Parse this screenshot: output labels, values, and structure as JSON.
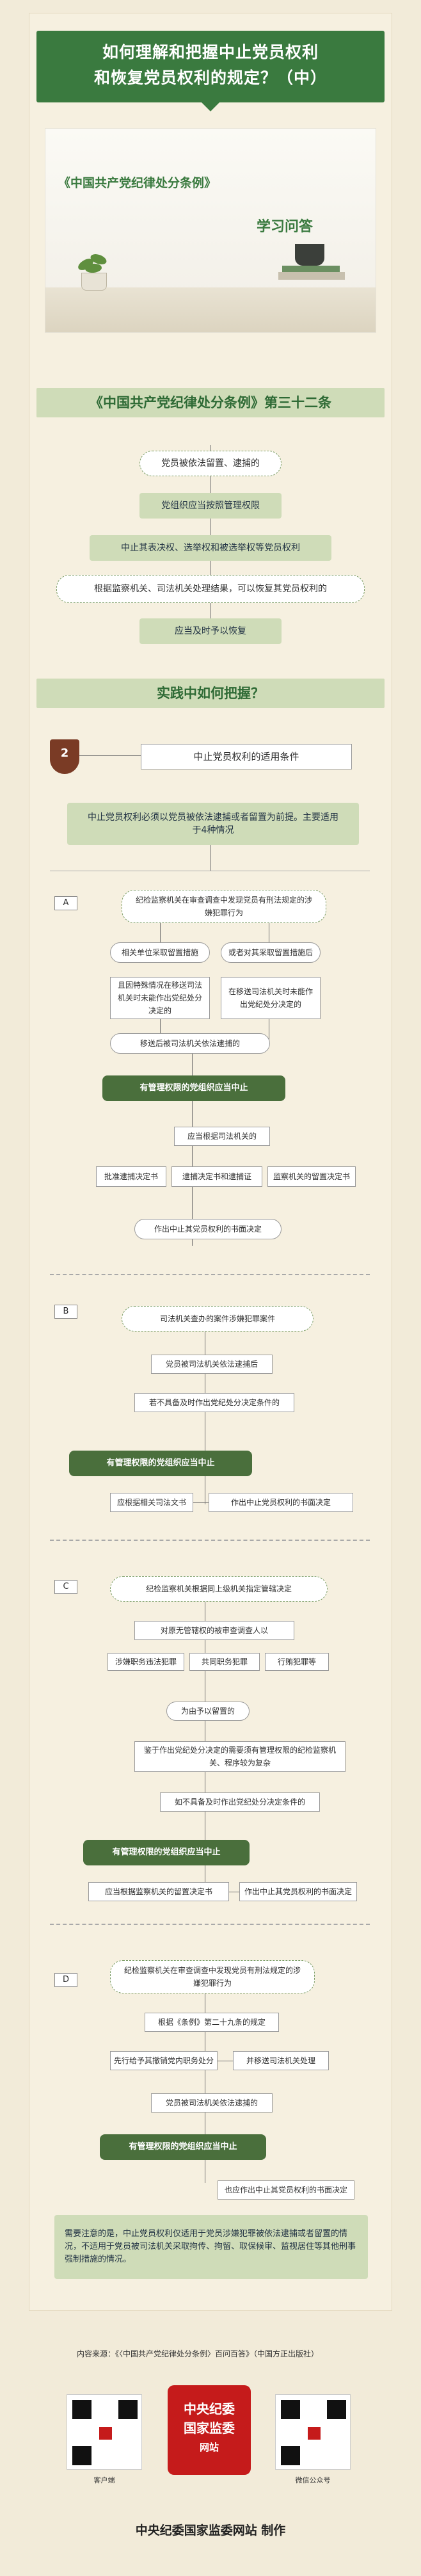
{
  "header": {
    "title_line1": "如何理解和把握中止党员权利",
    "title_line2": "和恢复党员权利的规定？（中）"
  },
  "hero": {
    "book": "《中国共产党纪律处分条例》",
    "qa": "学习问答"
  },
  "article_title": "《中国共产党纪律处分条例》第三十二条",
  "article_flow": [
    "党员被依法留置、逮捕的",
    "党组织应当按照管理权限",
    "中止其表决权、选举权和被选举权等党员权利",
    "根据监察机关、司法机关处理结果，可以恢复其党员权利的",
    "应当及时予以恢复"
  ],
  "practice_title": "实践中如何把握？",
  "point": {
    "number": "2",
    "title": "中止党员权利的适用条件"
  },
  "intro": "中止党员权利必须以党员被依法逮捕或者留置为前提。主要适用于4种情况",
  "cases": {
    "A": {
      "label": "A",
      "top": "纪检监察机关在审查调查中发现党员有刑法规定的涉嫌犯罪行为",
      "left1": "相关单位采取留置措施",
      "right1": "或者对其采取留置措施后",
      "left2": "且因特殊情况在移送司法机关时未能作出党纪处分决定的",
      "right2": "在移送司法机关时未能作出党纪处分决定的",
      "merge": "移送后被司法机关依法逮捕的",
      "org": "有管理权限的党组织应当中止",
      "mid": "应当根据司法机关的",
      "docs": [
        "批准逮捕决定书",
        "逮捕决定书和逮捕证",
        "监察机关的留置决定书"
      ],
      "result": "作出中止其党员权利的书面决定"
    },
    "B": {
      "label": "B",
      "top": "司法机关查办的案件涉嫌犯罪案件",
      "s1": "党员被司法机关依法逮捕后",
      "s2": "若不具备及时作出党纪处分决定条件的",
      "org": "有管理权限的党组织应当中止",
      "doc": "应根据相关司法文书",
      "result": "作出中止党员权利的书面决定"
    },
    "C": {
      "label": "C",
      "top": "纪检监察机关根据同上级机关指定管辖决定",
      "s1": "对原无管辖权的被审查调查人以",
      "items": [
        "涉嫌职务违法犯罪",
        "共同职务犯罪",
        "行贿犯罪等"
      ],
      "s2": "为由予以留置的",
      "s3": "鉴于作出党纪处分决定的需要须有管理权限的纪检监察机关、程序较为复杂",
      "s4": "如不具备及时作出党纪处分决定条件的",
      "org": "有管理权限的党组织应当中止",
      "doc": "应当根据监察机关的留置决定书",
      "result": "作出中止其党员权利的书面决定"
    },
    "D": {
      "label": "D",
      "top": "纪检监察机关在审查调查中发现党员有刑法规定的涉嫌犯罪行为",
      "s1": "根据《条例》第二十九条的规定",
      "left": "先行给予其撤销党内职务处分",
      "right": "并移送司法机关处理",
      "s2": "党员被司法机关依法逮捕的",
      "org": "有管理权限的党组织应当中止",
      "result": "也应作出中止其党员权利的书面决定"
    }
  },
  "note": "需要注意的是，中止党员权利仅适用于党员涉嫌犯罪被依法逮捕或者留置的情况，不适用于党员被司法机关采取拘传、拘留、取保候审、监视居住等其他刑事强制措施的情况。",
  "source": "内容来源：《〈中国共产党纪律处分条例〉百问百答》（中国方正出版社）",
  "qr_left_caption": "客户端",
  "qr_right_caption": "微信公众号",
  "logo_lines": [
    "中央纪委",
    "国家监委",
    "网站"
  ],
  "credit": "中央纪委国家监委网站 制作",
  "colors": {
    "primary": "#3a7a3f",
    "light": "#cfdcb8",
    "dark": "#4a6f3c",
    "bg": "#f2ebd9"
  }
}
